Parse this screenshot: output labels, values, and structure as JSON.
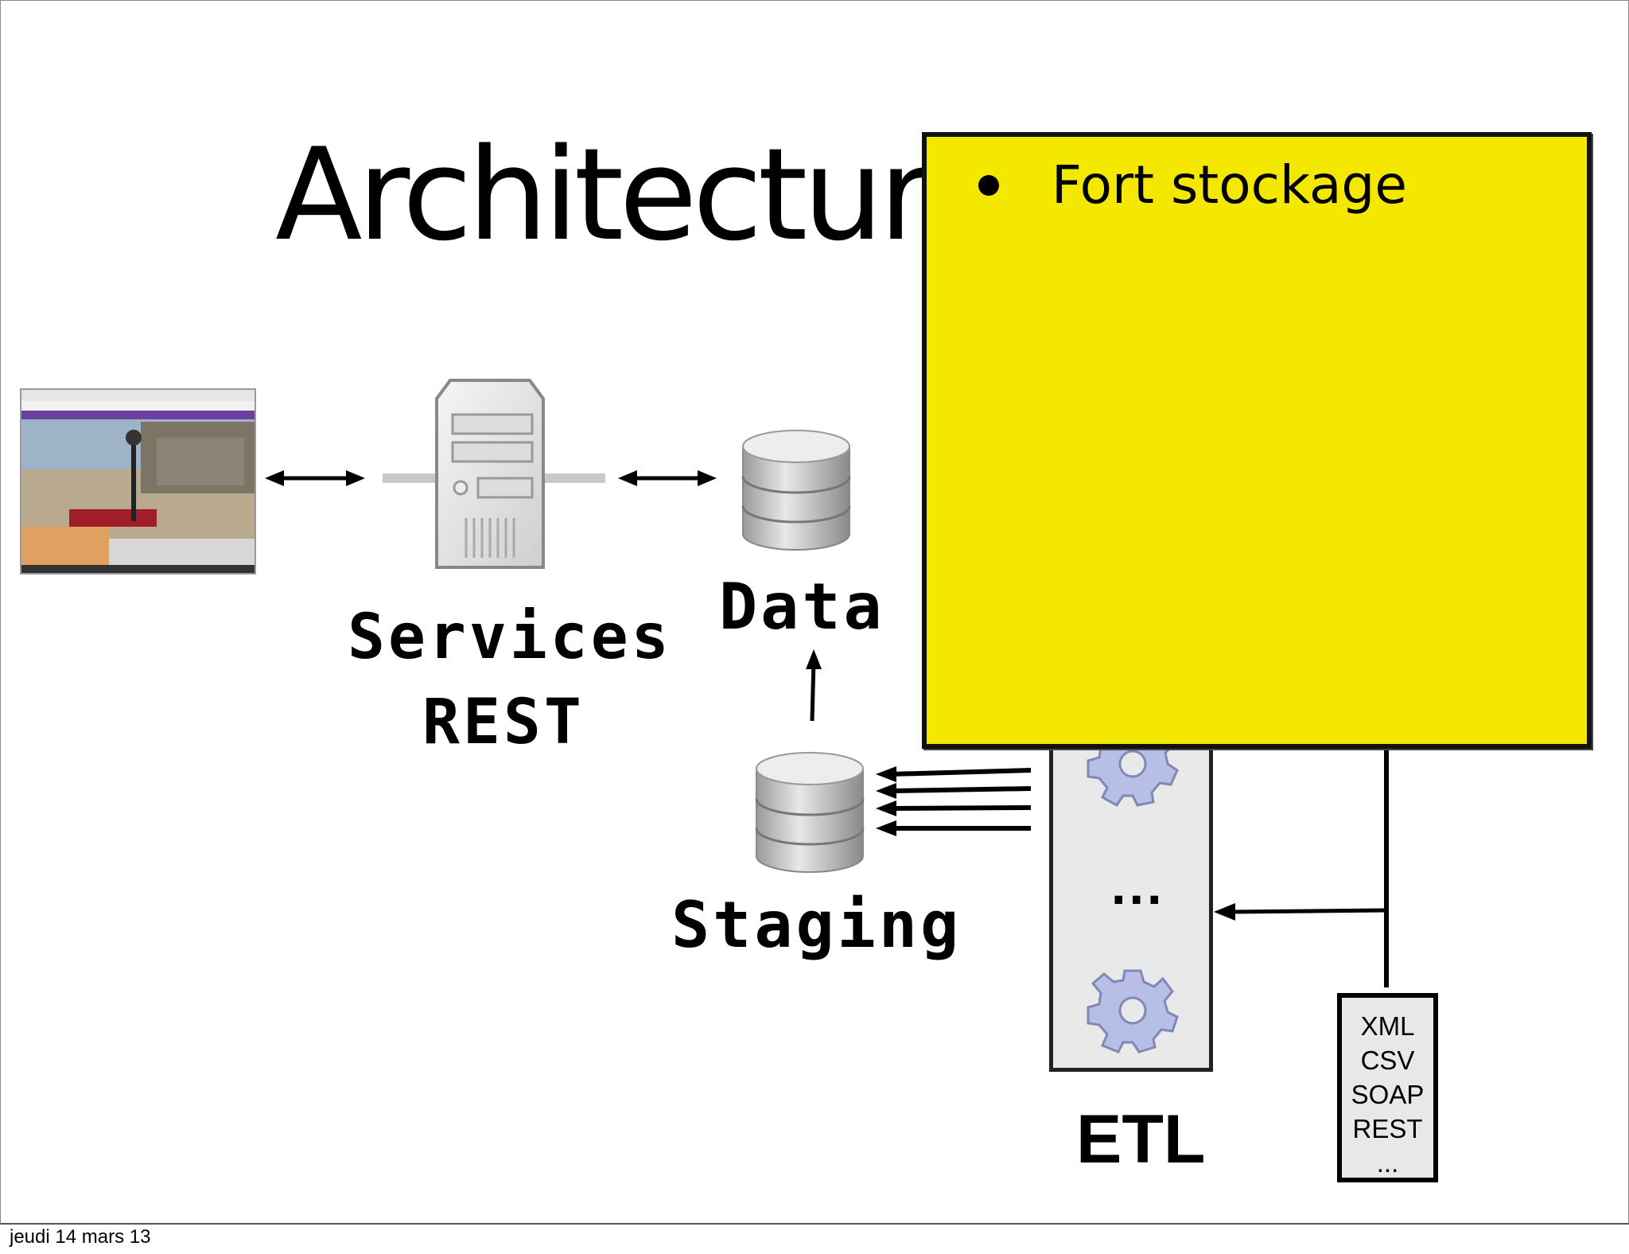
{
  "slide": {
    "title": "Architecture",
    "footer_date": "jeudi 14 mars 13"
  },
  "labels": {
    "services": "Services",
    "rest": "REST",
    "data": "Data",
    "staging": "Staging",
    "ellipsis": "...",
    "etl": "ETL"
  },
  "formats": [
    "XML",
    "CSV",
    "SOAP",
    "REST",
    "..."
  ],
  "callout": {
    "bullet": "Fort stockage",
    "color": "#f5e800"
  },
  "icons": {
    "browser": "browser-screenshot-icon",
    "server": "server-icon",
    "database": "database-icon",
    "gear": "gear-icon"
  }
}
